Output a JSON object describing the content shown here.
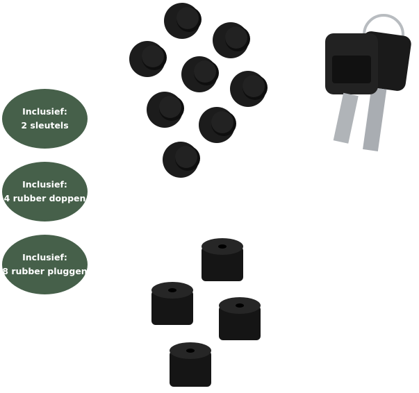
{
  "badges": [
    {
      "line1": "Inclusief:",
      "line2": "2 sleutels"
    },
    {
      "line1": "Inclusief:",
      "line2": "4 rubber doppen"
    },
    {
      "line1": "Inclusief:",
      "line2": "8 rubber pluggen"
    }
  ],
  "colors": {
    "badge": "#46604a",
    "product": "#141414"
  }
}
